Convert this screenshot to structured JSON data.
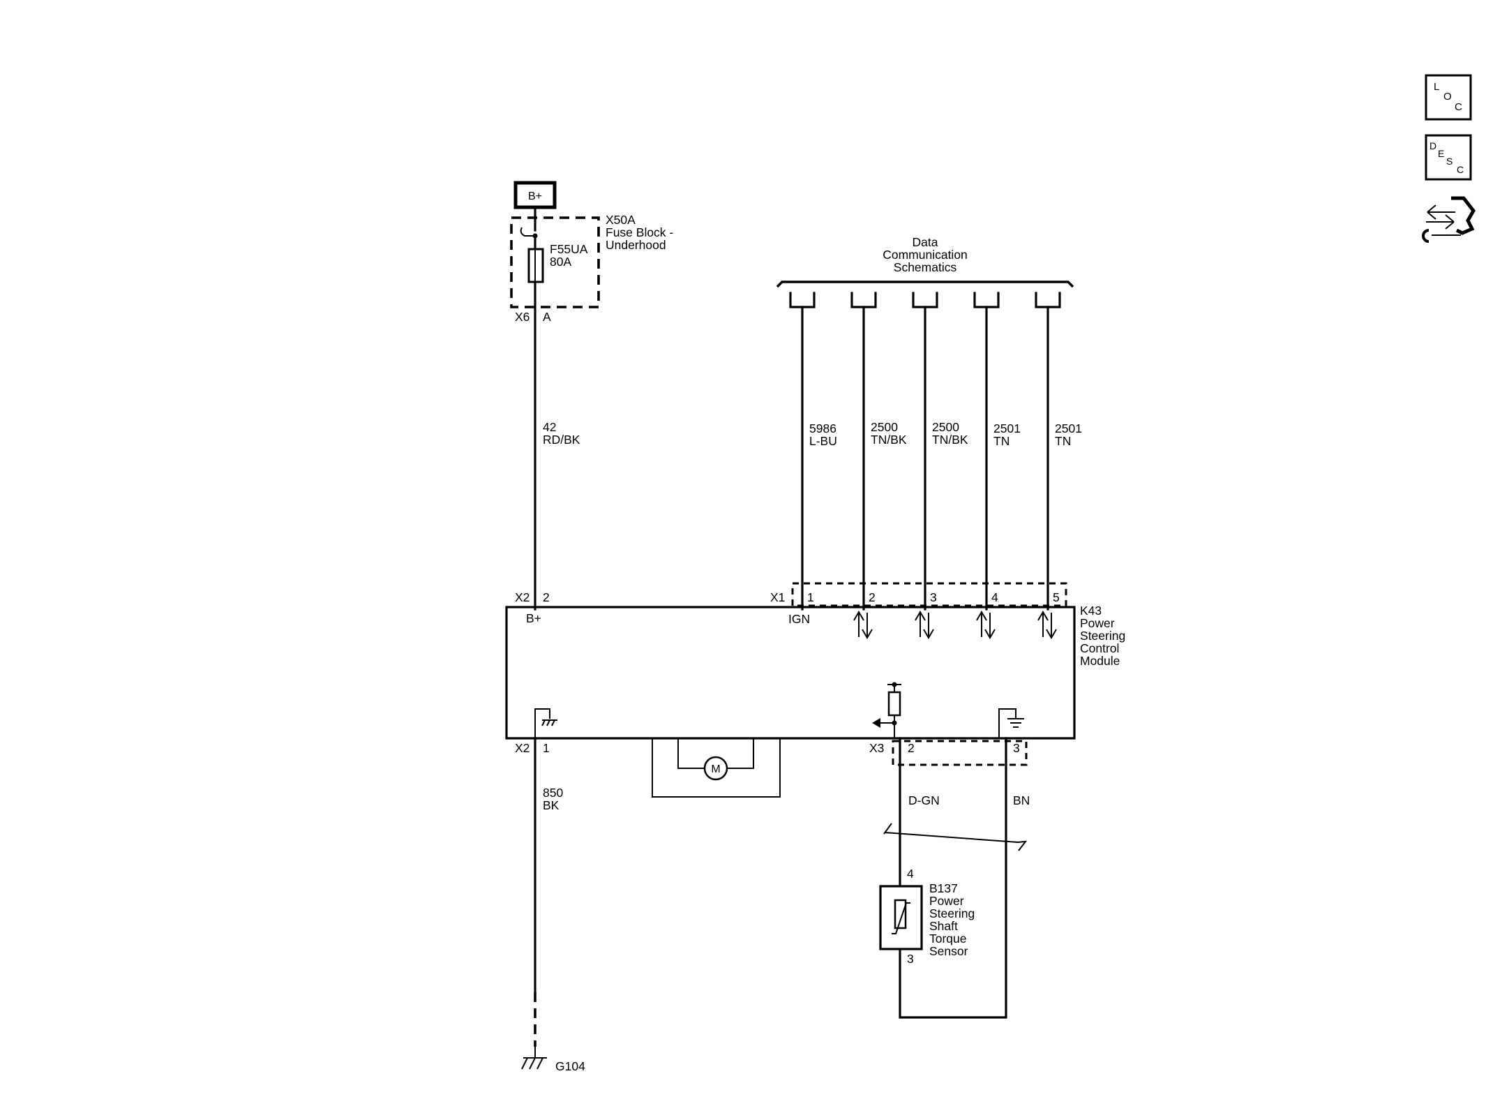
{
  "nav": {
    "loc": {
      "l": "L",
      "o": "O",
      "c": "C"
    },
    "desc": {
      "d": "D",
      "e": "E",
      "s": "S",
      "c": "C"
    },
    "service_icon": "wrench-arrows-icon"
  },
  "power": {
    "label": "B+"
  },
  "fuse_block": {
    "id": "X50A",
    "name_line1": "Fuse Block -",
    "name_line2": "Underhood"
  },
  "fuse": {
    "id": "F55UA",
    "rating": "80A"
  },
  "connector_x6": {
    "id": "X6",
    "pin": "A"
  },
  "wire_power": {
    "circuit": "42",
    "color": "RD/BK"
  },
  "data_comm": {
    "line1": "Data",
    "line2": "Communication",
    "line3": "Schematics"
  },
  "comm_wires": [
    {
      "circuit": "5986",
      "color": "L-BU",
      "pin": "1"
    },
    {
      "circuit": "2500",
      "color": "TN/BK",
      "pin": "2"
    },
    {
      "circuit": "2500",
      "color": "TN/BK",
      "pin": "3"
    },
    {
      "circuit": "2501",
      "color": "TN",
      "pin": "4"
    },
    {
      "circuit": "2501",
      "color": "TN",
      "pin": "5"
    }
  ],
  "connector_x2_top": {
    "id": "X2",
    "pin": "2"
  },
  "connector_x1": {
    "id": "X1"
  },
  "module": {
    "id": "K43",
    "line1": "Power",
    "line2": "Steering",
    "line3": "Control",
    "line4": "Module",
    "bplus_label": "B+",
    "ign_label": "IGN"
  },
  "connector_x2_bottom": {
    "id": "X2",
    "pin": "1"
  },
  "connector_x3": {
    "id": "X3",
    "pin_a": "2",
    "pin_b": "3"
  },
  "motor": {
    "label": "M"
  },
  "wire_ground": {
    "circuit": "850",
    "color": "BK"
  },
  "wire_signal": {
    "color": "D-GN"
  },
  "wire_low_ref": {
    "color": "BN"
  },
  "sensor": {
    "id": "B137",
    "line1": "Power",
    "line2": "Steering",
    "line3": "Shaft",
    "line4": "Torque",
    "line5": "Sensor",
    "pin_top": "4",
    "pin_bottom": "3"
  },
  "ground": {
    "id": "G104"
  }
}
